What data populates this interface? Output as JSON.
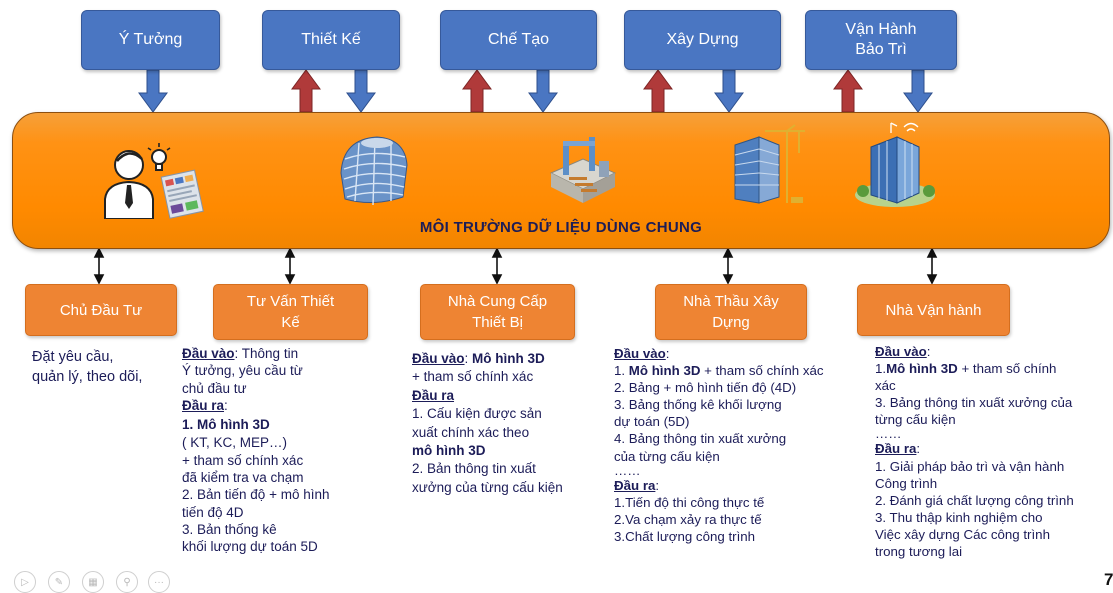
{
  "phases": [
    {
      "label": "Ý Tưởng"
    },
    {
      "label": "Thiết Kế"
    },
    {
      "label": "Chế Tạo"
    },
    {
      "label": "Xây Dựng"
    },
    {
      "label": "Vận Hành\nBảo Trì"
    }
  ],
  "center": {
    "title": "MÔI TRƯỜNG DỮ LIỆU DÙNG CHUNG"
  },
  "stakeholders": [
    {
      "label": "Chủ Đầu Tư"
    },
    {
      "label": "Tư Vấn Thiết\nKế"
    },
    {
      "label": "Nhà Cung Cấp\nThiết Bị"
    },
    {
      "label": "Nhà Thầu Xây\nDựng"
    },
    {
      "label": "Nhà Vận hành"
    }
  ],
  "descriptions": {
    "owner": {
      "lines": [
        "Đặt yêu cầu,",
        "quản lý, theo dõi,"
      ]
    },
    "consultant": {
      "input_label": "Đầu vào",
      "input_text": ": Thông tin",
      "lines_a": [
        "Ý tưởng, yêu cầu từ",
        "chủ đầu tư"
      ],
      "output_label": "Đầu ra",
      "output_colon": ":",
      "item1": "1.   Mô hình 3D",
      "lines_b": [
        " ( KT, KC, MEP…)",
        " + tham số chính xác",
        " đã kiểm tra va chạm",
        "2. Bản tiến độ + mô hình",
        "tiến độ 4D",
        "3. Bản thống kê",
        " khối lượng dự toán 5D"
      ]
    },
    "supplier": {
      "input_label": "Đầu vào",
      "input_colon": ": ",
      "input_bold": "Mô hình 3D",
      "line1": "+ tham số  chính xác",
      "output_label": "Đầu ra",
      "item1a": "1.    Cấu kiện được sản",
      "item1b": "xuất chính xác theo",
      "item1c": "mô hình 3D",
      "item2a": "2. Bản thông tin xuất",
      "item2b": " xưởng của từng cấu kiện"
    },
    "contractor": {
      "input_label": "Đầu vào",
      "input_colon": ":",
      "l1_pre": "1. ",
      "l1_bold": "Mô hình 3D",
      "l1_post": " + tham số chính xác",
      "lines_a": [
        "2. Bảng + mô hình tiến độ (4D)",
        "3. Bảng thống kê khối lượng",
        "dự toán (5D)",
        "4. Bảng thông tin xuất xưởng",
        " của từng cấu kiện",
        "……"
      ],
      "output_label": "Đầu ra",
      "output_colon": ":",
      "lines_b": [
        "1.Tiến độ thi công thực tế",
        "2.Va chạm xảy ra thực tế",
        "3.Chất lượng công trình"
      ]
    },
    "operator": {
      "input_label": "Đầu vào",
      "input_colon": ":",
      "l1_pre": "1.",
      "l1_bold": "Mô hình 3D",
      "l1_post": " + tham số chính",
      "lines_a": [
        "xác",
        "3. Bảng thông tin xuất xưởng của",
        "từng cấu kiện",
        "……"
      ],
      "output_label": "Đầu ra",
      "output_colon": ":",
      "lines_b": [
        "1. Giải pháp bảo trì và vận hành",
        "Công trình",
        "2. Đánh giá chất lượng công trình",
        "3. Thu thập kinh nghiệm cho",
        "Việc xây dựng Các công trình",
        "trong tương lai"
      ]
    }
  },
  "page_number": "7",
  "colors": {
    "phase_blue": "#4a76c2",
    "arrow_blue": "#4a76c2",
    "arrow_red": "#b03a3a",
    "band_orange": "#ff8a00",
    "stake_orange": "#ee8433",
    "text_navy": "#1c1c58"
  },
  "toolbar_icons": [
    "play-icon",
    "pen-icon",
    "slides-icon",
    "zoom-icon",
    "more-icon"
  ]
}
